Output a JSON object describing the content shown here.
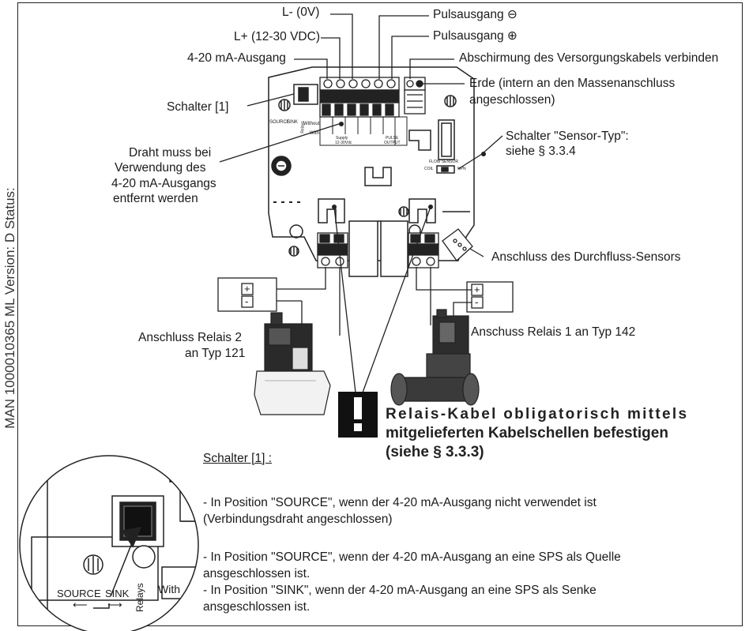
{
  "side_text": "MAN 1000010365 ML Version: D Status:",
  "labels": {
    "l_minus": "L- (0V)",
    "l_plus": "L+ (12-30 VDC)",
    "out_420": "4-20 mA-Ausgang",
    "puls_minus": "Pulsausgang ⊖",
    "puls_plus": "Pulsausgang ⊕",
    "shield": "Abschirmung des Versorgungskabels verbinden",
    "earth_1": "Erde (intern an den Massenanschluss",
    "earth_2": "angeschlossen)",
    "switch1": "Schalter [1]",
    "wire_1": "Draht muss bei",
    "wire_2": "Verwendung des",
    "wire_3": "4-20 mA-Ausgangs",
    "wire_4": "entfernt werden",
    "sensor_type_1": "Schalter \"Sensor-Typ\":",
    "sensor_type_2": "siehe § 3.3.4",
    "flow_sensor_conn": "Anschluss des Durchfluss-Sensors",
    "relay2_1": "Anschluss Relais 2",
    "relay2_2": "an Typ 121",
    "relay1": "Anschuss Relais 1 an Typ 142"
  },
  "board_text": {
    "source": "SOURCE",
    "sink": "SINK",
    "relays": "Relays",
    "without": "Without",
    "with": "With",
    "supply": "Supply",
    "supply_v": "12-30Vdc",
    "pulse": "PULSE",
    "output": "OUTPUT",
    "flow_sensor": "FLOW SENSOR",
    "coil": "COIL",
    "npn": "NPN"
  },
  "warning": {
    "line1": "Relais-Kabel obligatorisch mittels",
    "line2": "mitgelieferten Kabelschellen befestigen",
    "line3": "(siehe § 3.3.3)"
  },
  "switch_section": {
    "heading": "Schalter [1] :",
    "p1_a": "- In Position \"SOURCE\", wenn der 4-20 mA-Ausgang nicht verwendet ist",
    "p1_b": "(Verbindungsdraht angeschlossen)",
    "p2_a": "- In Position \"SOURCE\", wenn der 4-20 mA-Ausgang an eine SPS als Quelle",
    "p2_b": "ansgeschlossen ist.",
    "p3_a": "- In Position \"SINK\", wenn der 4-20 mA-Ausgang an eine SPS als Senke",
    "p3_b": "ansgeschlossen ist."
  },
  "inset": {
    "source": "SOURCE",
    "sink": "SINK",
    "relays": "Relays",
    "with": "With"
  },
  "polarity": {
    "plus": "+",
    "minus": "-"
  }
}
